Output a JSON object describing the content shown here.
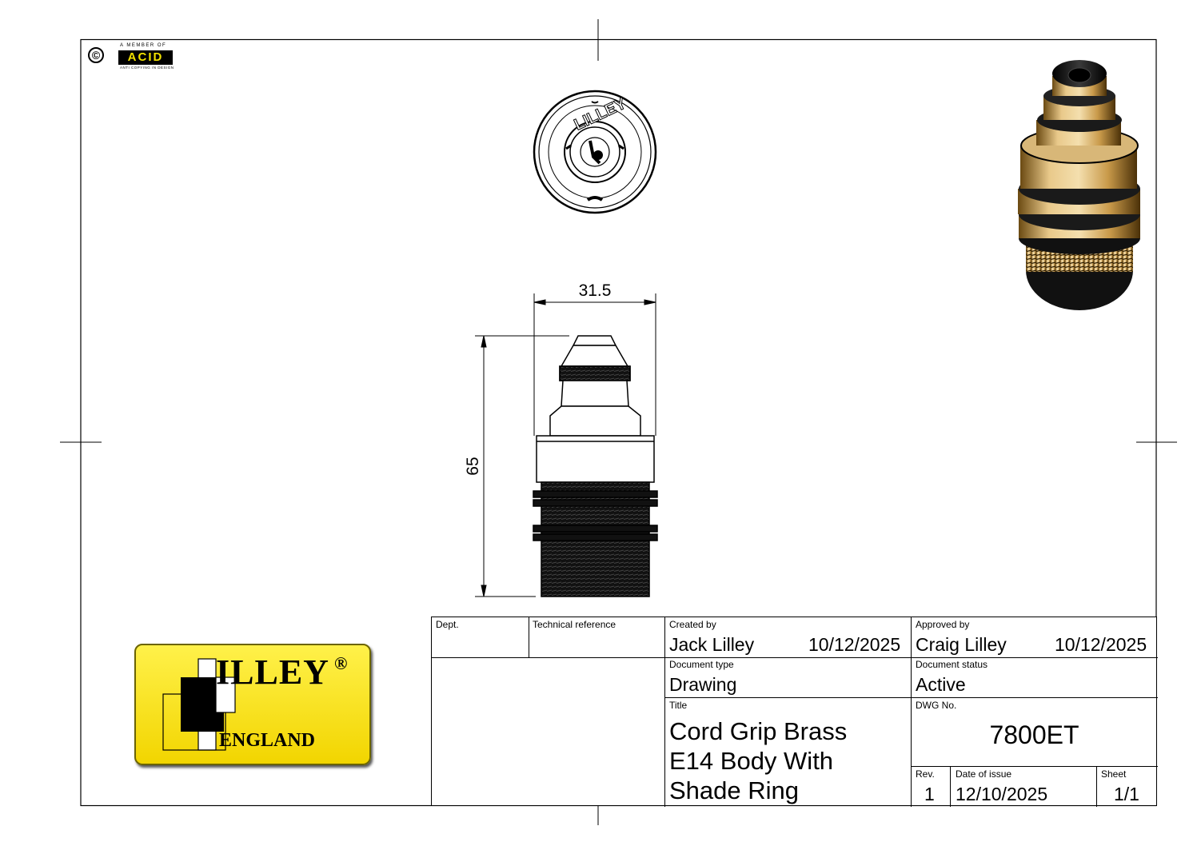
{
  "badge": {
    "copyright_symbol": "©",
    "member_text": "A MEMBER OF",
    "acid_text": "ACID",
    "acid_sub": "ANTI COPYING IN DESIGN"
  },
  "top_view": {
    "brand_text": "LILLEY"
  },
  "dimensions": {
    "width": "31.5",
    "height": "65"
  },
  "logo": {
    "word1": "ILLEY",
    "registered": "®",
    "word2": "ENGLAND",
    "bg_color": "#f7e000"
  },
  "title_block": {
    "dept_label": "Dept.",
    "tech_ref_label": "Technical reference",
    "created_by_label": "Created by",
    "created_by": "Jack Lilley",
    "created_date": "10/12/2025",
    "approved_by_label": "Approved by",
    "approved_by": "Craig Lilley",
    "approved_date": "10/12/2025",
    "doc_type_label": "Document type",
    "doc_type": "Drawing",
    "doc_status_label": "Document status",
    "doc_status": "Active",
    "title_label": "Title",
    "title_line1": "Cord Grip Brass",
    "title_line2": "E14 Body With",
    "title_line3": "Shade Ring",
    "dwg_no_label": "DWG No.",
    "dwg_no": "7800ET",
    "rev_label": "Rev.",
    "rev": "1",
    "date_issue_label": "Date of issue",
    "date_issue": "12/10/2025",
    "sheet_label": "Sheet",
    "sheet": "1/1"
  }
}
